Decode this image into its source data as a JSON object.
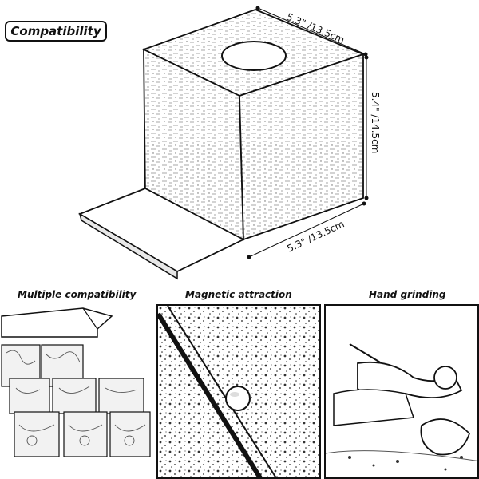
{
  "badge": {
    "label": "Compatibility"
  },
  "dimensions": {
    "top": "5.3\" /13.5cm",
    "side": "5.4\" /14.5cm",
    "bottom": "5.3\" /13.5cm"
  },
  "features": [
    {
      "title": "Multiple compatibility"
    },
    {
      "title": "Magnetic attraction"
    },
    {
      "title": "Hand grinding"
    }
  ]
}
